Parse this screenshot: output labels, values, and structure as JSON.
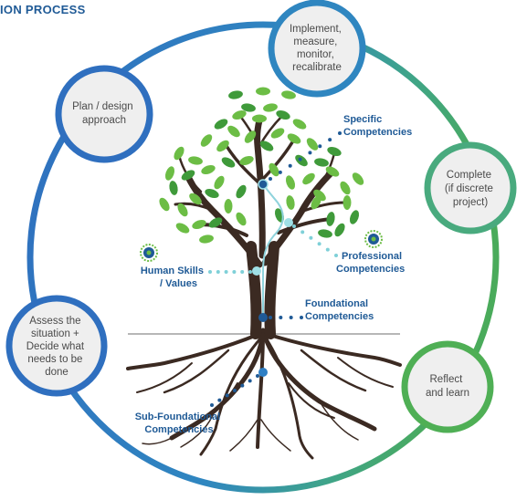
{
  "header": {
    "title": "ION PROCESS"
  },
  "process_steps": [
    {
      "id": "implement",
      "lines": [
        "Implement,",
        "measure,",
        "monitor,",
        "recalibrate"
      ]
    },
    {
      "id": "plan",
      "lines": [
        "Plan / design",
        "approach"
      ]
    },
    {
      "id": "complete",
      "lines": [
        "Complete",
        "(if discrete",
        "project)"
      ]
    },
    {
      "id": "assess",
      "lines": [
        "Assess the",
        "situation +",
        "Decide what",
        "needs to be",
        "done"
      ]
    },
    {
      "id": "reflect",
      "lines": [
        "Reflect",
        "and learn"
      ]
    }
  ],
  "competencies": {
    "specific": [
      "Specific",
      "Competencies"
    ],
    "professional": [
      "Professional",
      "Competencies"
    ],
    "human": [
      "Human Skills",
      "/ Values"
    ],
    "foundational": [
      "Foundational",
      "Competencies"
    ],
    "sub_foundational": [
      "Sub-Foundational",
      "Competencies"
    ]
  },
  "colors": {
    "ring_blue": "#2f7fc4",
    "ring_green": "#4aab6b",
    "circle_fill": "#efefef",
    "label_blue": "#1f5a96",
    "trunk_brown": "#3b2a22",
    "leaf_green": "#6cbd45",
    "leaf_dark": "#3f9a3a",
    "dot_dark": "#1f5a96",
    "dot_light": "#7fd0d8"
  }
}
